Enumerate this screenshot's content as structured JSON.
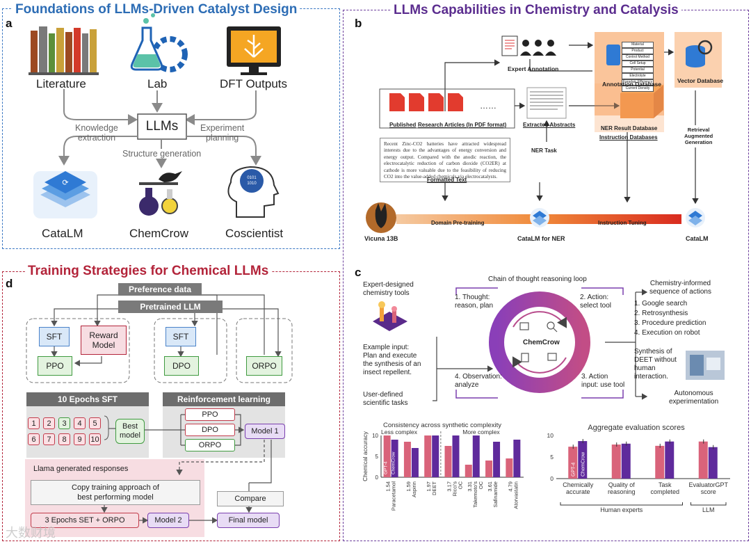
{
  "panel_a": {
    "title": "Foundations of LLMs-Driven Catalyst Design",
    "label": "a",
    "sources": [
      "Literature",
      "Lab",
      "DFT Outputs"
    ],
    "center": "LLMs",
    "edge_labels": {
      "left": "Knowledge\nextraction",
      "middle": "Structure generation",
      "right": "Experiment\nplanning"
    },
    "outputs": [
      "CataLM",
      "ChemCrow",
      "Coscientist"
    ]
  },
  "panel_b": {
    "title": "LLMs Capabilities in Chemistry and Catalysis",
    "label": "b",
    "expert_annotation": "Expert Annotation",
    "annotation_db": "Annotation Database",
    "vector_db": "Vector Database",
    "ner_result_db": "NER Result Database",
    "instruction_dbs": "Instruction Databases",
    "published": "Published",
    "research_articles": "Research Articles (In PDF format)",
    "ellipsis": "……",
    "extracted_abstracts": "Extracted Abstracts",
    "retrieval": "Retrieval\nAugmented\nGeneration",
    "ner_task": "NER Task",
    "article_text": "Recent Zinc-CO2 batteries have attracted widespread interests due to the advantages of energy conversion and energy output. Compared with the anodic reaction, the electrocatalytic reduction of carbon dioxide (CO2ER) at cathode is more valuable due to the feasibility of reducing CO2 into the value-added chemicals via electrocatalysts.",
    "formatted_text": "Formatted Text",
    "vicuna": "Vicuna 13B",
    "domain_pretraining": "Domain Pre-training",
    "catalm_ner": "CataLM for NER",
    "instruction_tuning": "Instruction Tuning",
    "catalm": "CataLM",
    "annot_rows": [
      "Material",
      "Product",
      "Control Method",
      "Cell Setup",
      "Potential",
      "Electrolyte",
      "Faradaic Efficiency",
      "Current Density"
    ]
  },
  "panel_c": {
    "label": "c",
    "loop_title": "Chain of thought reasoning loop",
    "expert_tools": "Expert-designed\nchemistry tools",
    "example_input": "Example input:\nPlan and execute\nthe synthesis of an\ninsect repellent.",
    "user_tasks": "User-defined\nscientific tasks",
    "thought": "1. Thought:\nreason, plan",
    "action": "2. Action:\nselect tool",
    "action_input": "3. Action\ninput: use tool",
    "observation": "4. Observation:\nanalyze",
    "center": "ChemCrow",
    "sequence_title": "Chemistry-informed\nsequence of actions",
    "sequence": [
      "1. Google search",
      "2. Retrosynthesis",
      "3. Procedure prediction",
      "4. Execution on robot"
    ],
    "synthesis": "Synthesis of\nDEET without\nhuman\ninteraction.",
    "autonomous": "Autonomous\nexperimentation"
  },
  "panel_d": {
    "title": "Training Strategies for Chemical LLMs",
    "label": "d",
    "preference": "Preference data",
    "pretrained": "Pretrained LLM",
    "sft": "SFT",
    "reward": "Reward\nModel",
    "ppo": "PPO",
    "dpo": "DPO",
    "orpo": "ORPO",
    "sft10": "10 Epochs SFT",
    "rl": "Reinforcement learning",
    "squares": [
      "1",
      "2",
      "3",
      "4",
      "5",
      "6",
      "7",
      "8",
      "9",
      "10"
    ],
    "best": "Best\nmodel",
    "model1": "Model 1",
    "llama": "Llama generated responses",
    "copy": "Copy training approach of\nbest performing model",
    "compare": "Compare",
    "epochs3": "3 Epochs SET + ORPO",
    "model2": "Model 2",
    "final": "Final model"
  },
  "watermark": "大数财境",
  "colors": {
    "blue_title": "#2d6db5",
    "purple_title": "#5b2d8f",
    "red_title": "#b3243a",
    "gpt4": "#d9637a",
    "chemcrow": "#5f2a9c"
  },
  "chart_data": [
    {
      "type": "bar",
      "title": "Consistency across synthetic complexity",
      "annotations": [
        "Less complex",
        "More complex"
      ],
      "ylabel": "Chemical accuracy",
      "ylim": [
        0,
        10
      ],
      "yticks": [
        0,
        5,
        10
      ],
      "categories": [
        "1.54\nParacetamol",
        "1.59\nAspirin",
        "1.97\nDEET",
        "3.17\nRicci's\nOC",
        "3.31\nTakemoto's\nOC",
        "3.61\nSafinamide",
        "4.79\nAtorvastatin"
      ],
      "series": [
        {
          "name": "GPT-4",
          "values": [
            10,
            8.5,
            10,
            7.5,
            3,
            4,
            4.5
          ]
        },
        {
          "name": "ChemCrow",
          "values": [
            9,
            7,
            10,
            10,
            10,
            8.5,
            9
          ]
        }
      ]
    },
    {
      "type": "bar",
      "title": "Aggregate evaluation scores",
      "ylim": [
        0,
        10
      ],
      "yticks": [
        0,
        5,
        10
      ],
      "categories": [
        "Chemically\naccurate",
        "Quality of\nreasoning",
        "Task\ncompleted",
        "EvaluatorGPT\nscore"
      ],
      "groups": [
        {
          "name": "Human experts",
          "span": 3
        },
        {
          "name": "LLM",
          "span": 1
        }
      ],
      "series": [
        {
          "name": "GPT-4",
          "values": [
            7.4,
            7.9,
            7.6,
            8.6
          ]
        },
        {
          "name": "ChemCrow",
          "values": [
            8.7,
            8.1,
            8.6,
            7.3
          ]
        }
      ]
    }
  ]
}
